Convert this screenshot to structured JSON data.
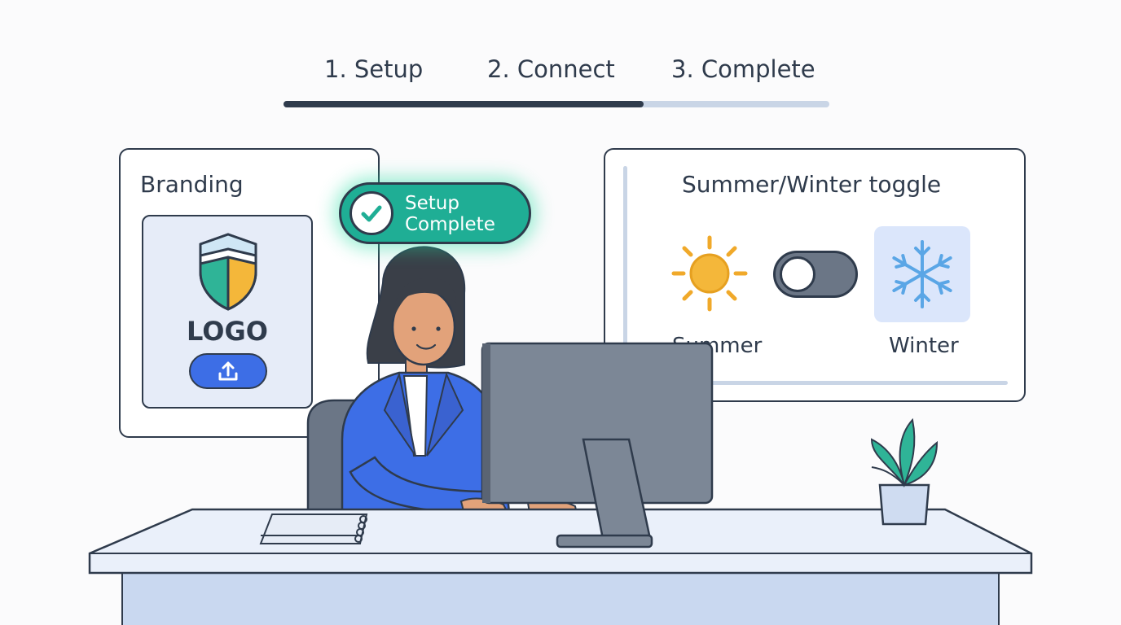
{
  "stepper": {
    "steps": [
      {
        "label": "1. Setup"
      },
      {
        "label": "2. Connect"
      },
      {
        "label": "3. Complete"
      }
    ],
    "progress_fraction": 0.66
  },
  "branding": {
    "title": "Branding",
    "logo_text": "LOGO",
    "upload_icon": "upload-icon"
  },
  "badge": {
    "line1": "Setup",
    "line2": "Complete",
    "icon": "checkmark-icon"
  },
  "season_toggle": {
    "title": "Summer/Winter toggle",
    "summer_label": "Summer",
    "winter_label": "Winter",
    "selected": "Winter",
    "summer_icon": "sun-icon",
    "winter_icon": "snowflake-icon"
  },
  "colors": {
    "accent_blue": "#3d6ee6",
    "success_teal": "#1fae95",
    "outline": "#2f3b4c",
    "progress_track": "#c9d5e6",
    "sun_yellow": "#f4b73a",
    "snow_blue": "#5aa6e6"
  }
}
